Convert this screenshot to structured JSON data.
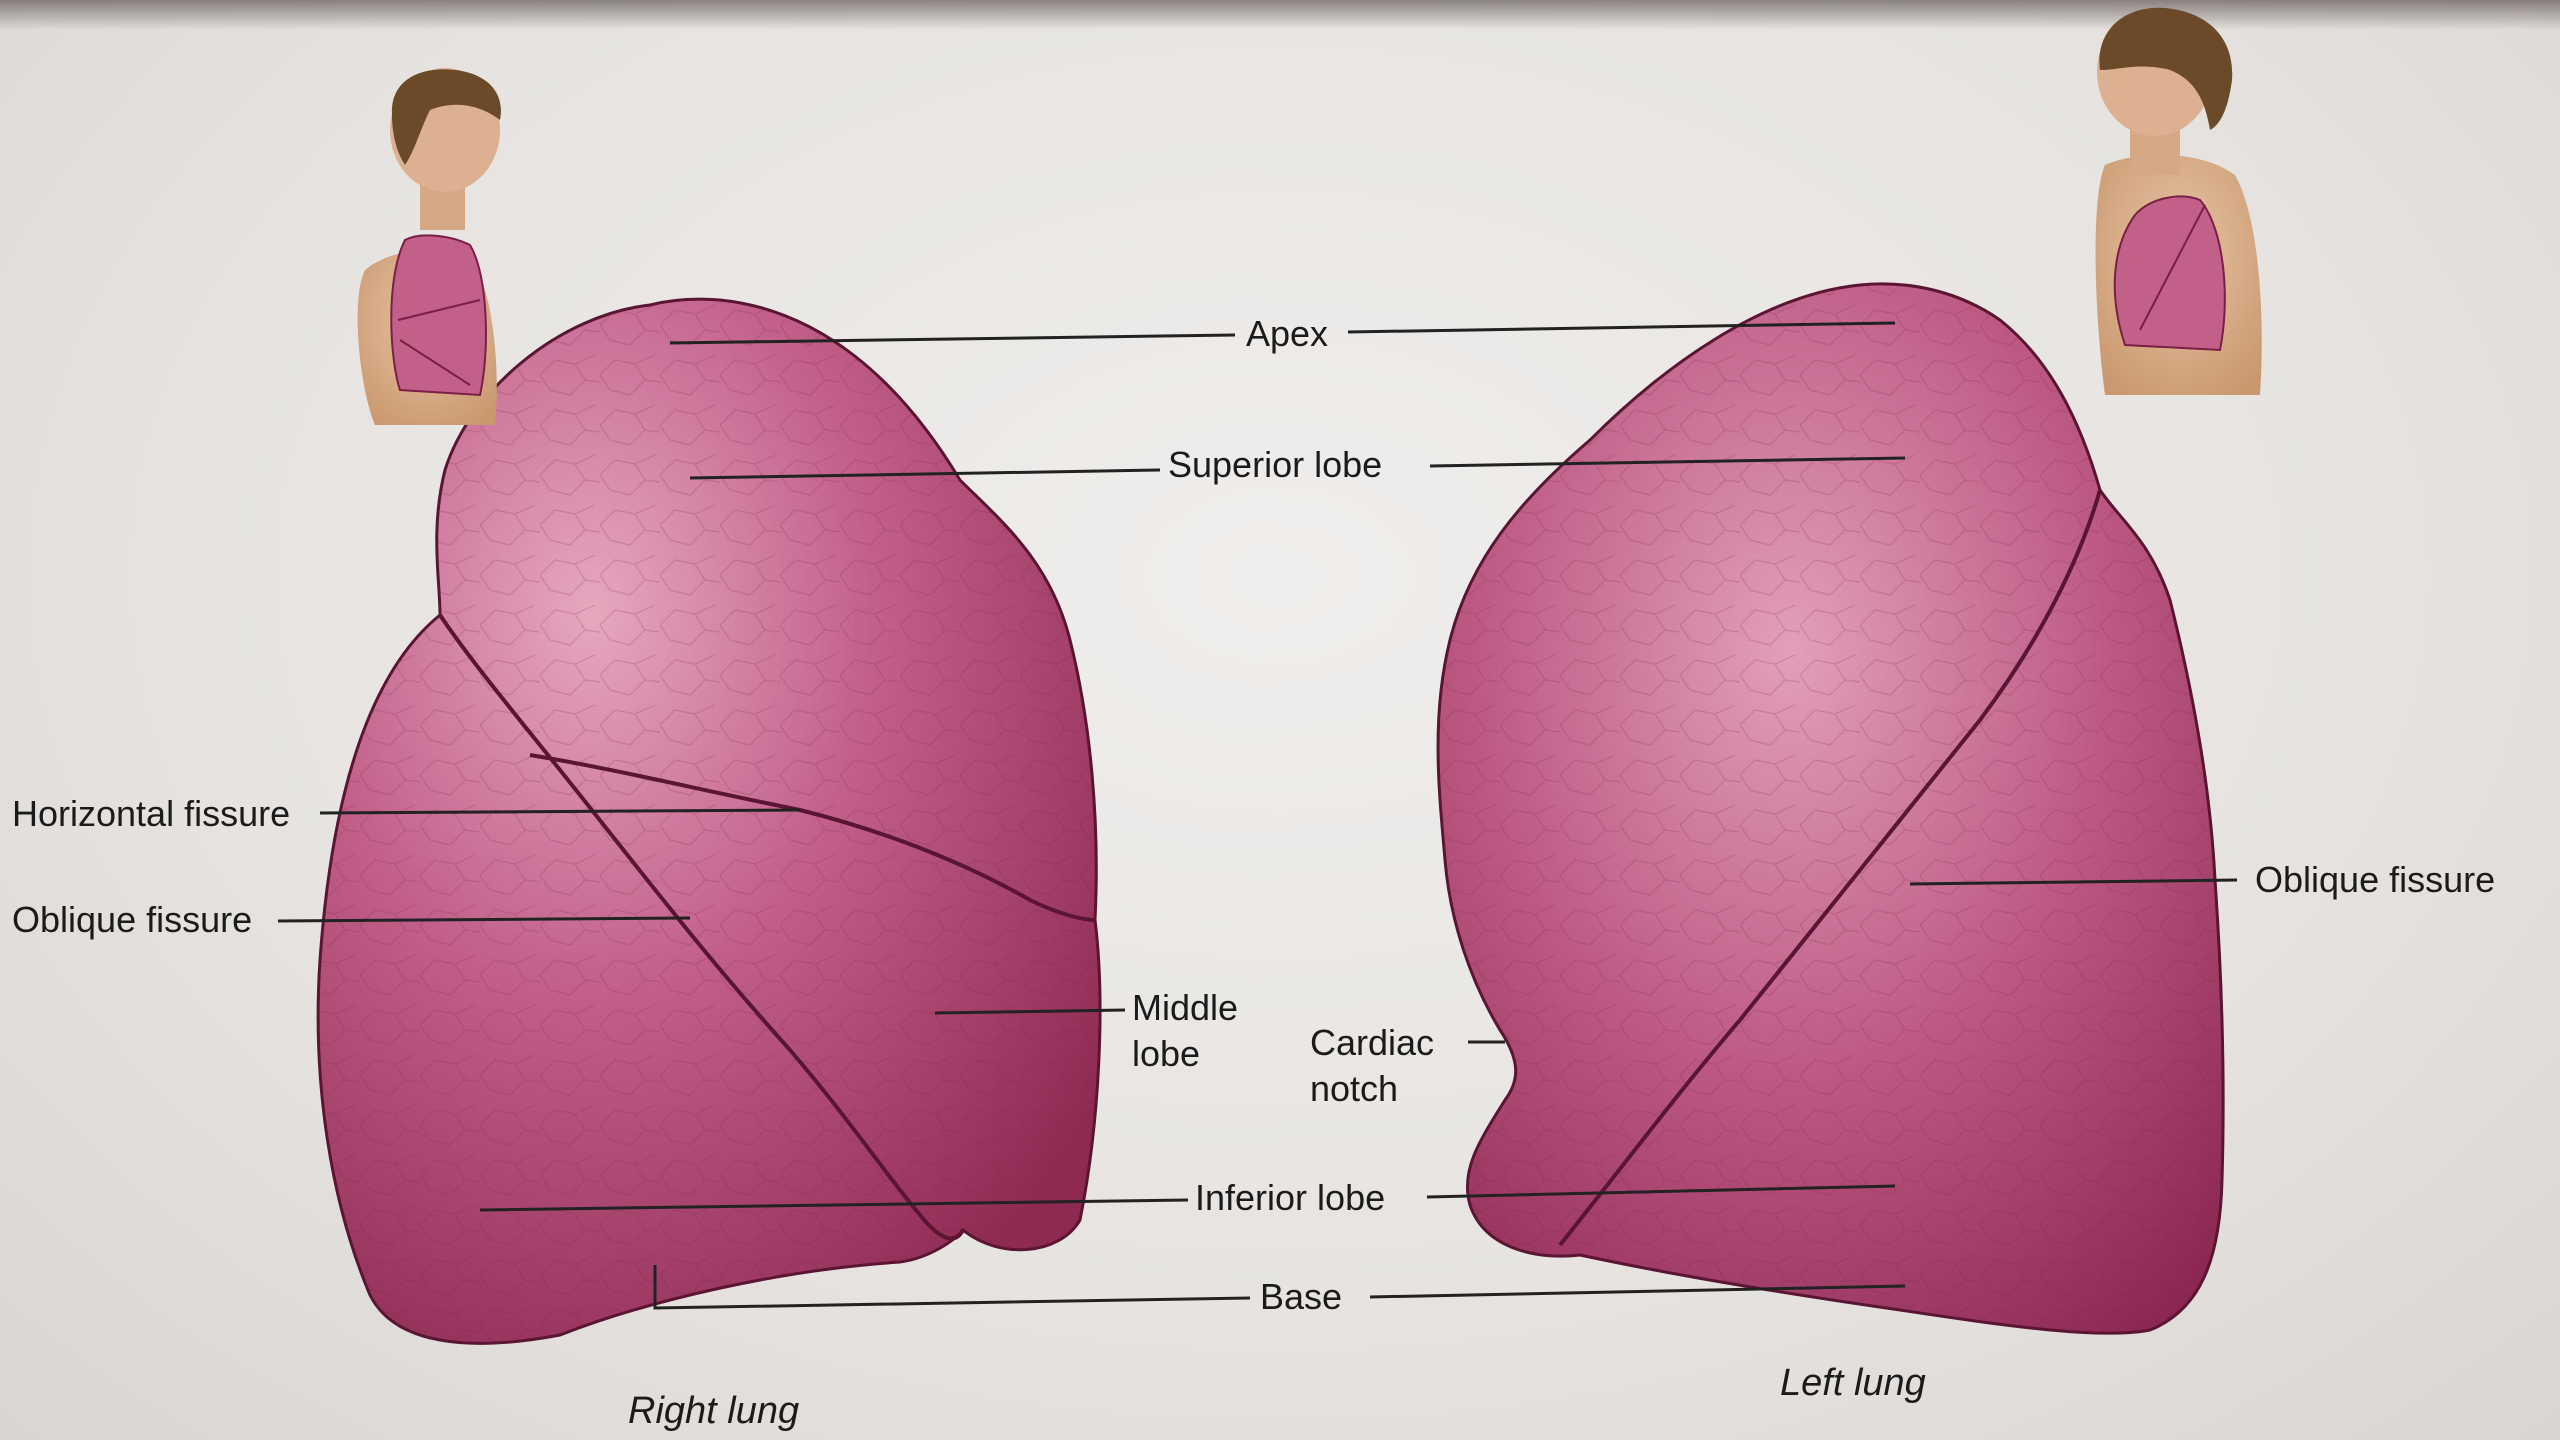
{
  "labels": {
    "apex": "Apex",
    "superior_lobe": "Superior lobe",
    "horizontal_fissure": "Horizontal fissure",
    "oblique_fissure_right": "Oblique fissure",
    "middle_lobe_1": "Middle",
    "middle_lobe_2": "lobe",
    "cardiac_notch_1": "Cardiac",
    "cardiac_notch_2": "notch",
    "inferior_lobe": "Inferior lobe",
    "base": "Base",
    "oblique_fissure_left": "Oblique fissure"
  },
  "captions": {
    "right_lung": "Right lung",
    "left_lung": "Left lung"
  },
  "colors": {
    "lung_light": "#d98aa6",
    "lung_mid": "#b84f78",
    "lung_dark": "#8e2a52",
    "outline": "#5a1532",
    "skin": "#d9b08e",
    "hair": "#6b4a2a"
  }
}
